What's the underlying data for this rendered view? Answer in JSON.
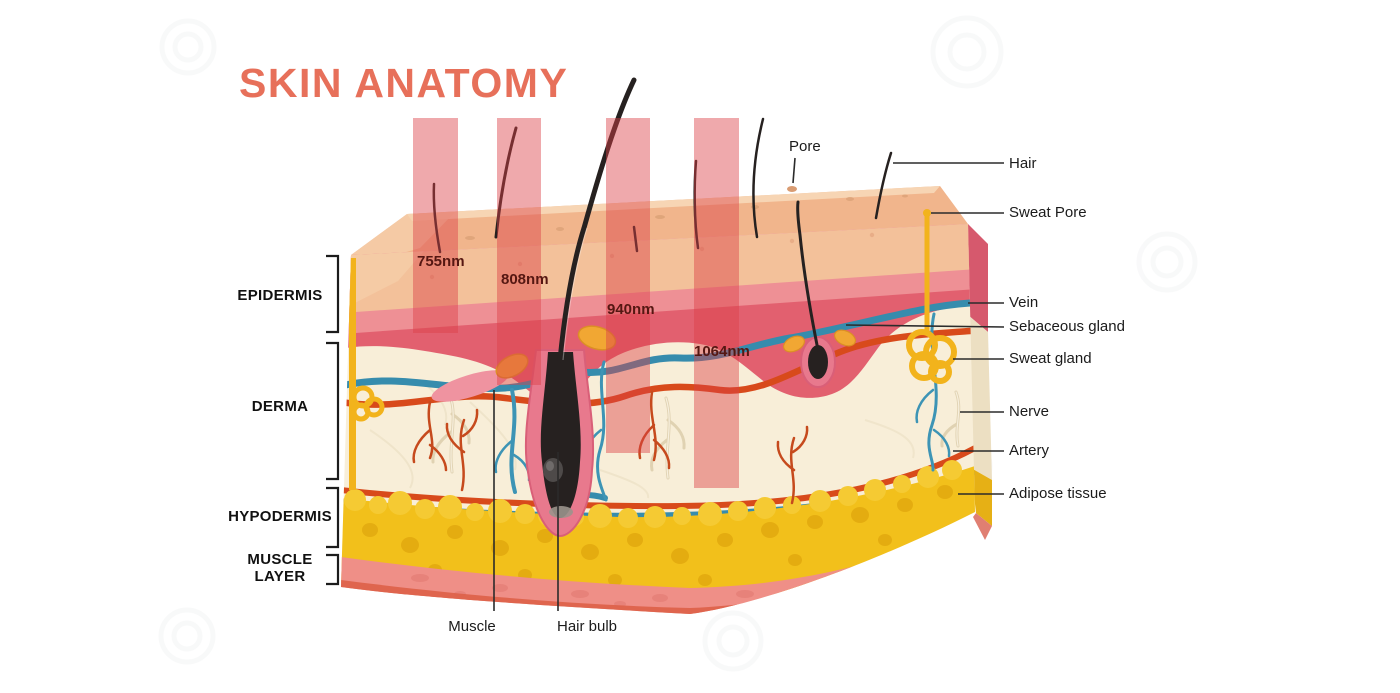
{
  "title": "SKIN ANATOMY",
  "layer_labels": [
    {
      "label": "EPIDERMIS"
    },
    {
      "label": "DERMA"
    },
    {
      "label": "HYPODERMIS"
    },
    {
      "label": "MUSCLE LAYER"
    }
  ],
  "wavelength_labels": [
    {
      "label": "755nm"
    },
    {
      "label": "808nm"
    },
    {
      "label": "940nm"
    },
    {
      "label": "1064nm"
    }
  ],
  "labels": {
    "pore": "Pore",
    "hair": "Hair",
    "sweat_pore": "Sweat Pore",
    "vein": "Vein",
    "sebaceous_gland": "Sebaceous gland",
    "sweat_gland": "Sweat gland",
    "nerve": "Nerve",
    "artery": "Artery",
    "adipose_tissue": "Adipose tissue",
    "muscle": "Muscle",
    "hair_bulb": "Hair bulb"
  },
  "colors": {
    "title_accent": "#e7705a",
    "laser_beam": "rgba(219,64,70,0.45)",
    "epidermis_surface": "#f3c19a",
    "epidermis_mid": "#ee9095",
    "epidermis_deep": "#e2606f",
    "dermis": "#f8eed8",
    "artery": "#d84a1b",
    "vein": "#368cad",
    "nerve": "#e0d2b2",
    "adipose": "#f2c01b",
    "muscle": "#ef8f87",
    "gland_yellow": "#f2b31c",
    "sebaceous_orange": "#f1a733",
    "hair_black": "#262120",
    "label_text": "#1b1b1b"
  }
}
